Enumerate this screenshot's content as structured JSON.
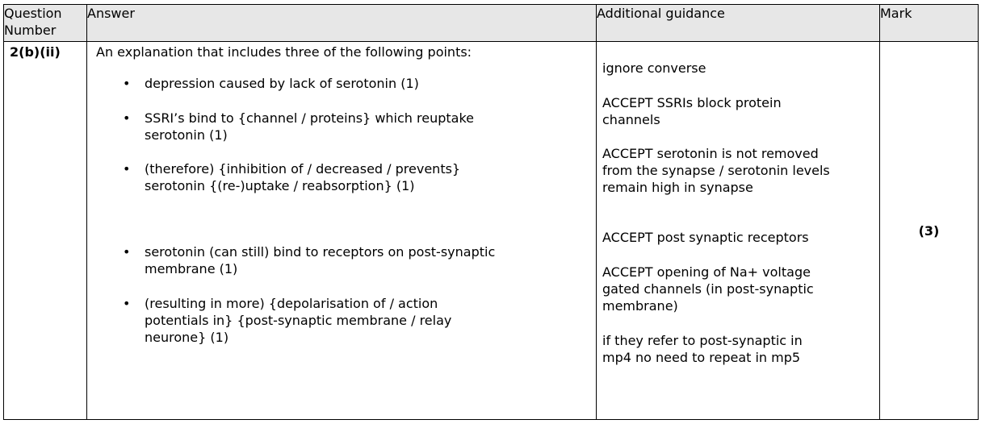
{
  "headers": {
    "question": "Question Number",
    "answer": "Answer",
    "guidance": "Additional guidance",
    "mark": "Mark"
  },
  "row": {
    "question_number": "2(b)(ii)",
    "intro": "An explanation that includes three of the following points:",
    "bullet": "•",
    "points": [
      "depression caused by lack of serotonin (1)",
      "SSRI’s bind to {channel / proteins} which reuptake serotonin (1)",
      "(therefore) {inhibition of / decreased / prevents} serotonin {(re-)uptake / reabsorption} (1)",
      "serotonin (can still) bind to receptors on post-synaptic membrane (1)",
      "(resulting in more) {depolarisation of / action potentials in} {post-synaptic membrane / relay neurone} (1)"
    ],
    "guidance": [
      "ignore converse",
      "ACCEPT SSRIs block protein channels",
      "ACCEPT serotonin is not removed from the synapse / serotonin levels remain high in synapse",
      "ACCEPT post synaptic receptors",
      "ACCEPT opening of Na+ voltage gated channels (in post-synaptic membrane)",
      "if they refer to post-synaptic in mp4 no need to repeat in mp5"
    ],
    "mark": "(3)"
  },
  "colors": {
    "header_background": "#e7e7e7",
    "border": "#000000",
    "text": "#000000"
  }
}
